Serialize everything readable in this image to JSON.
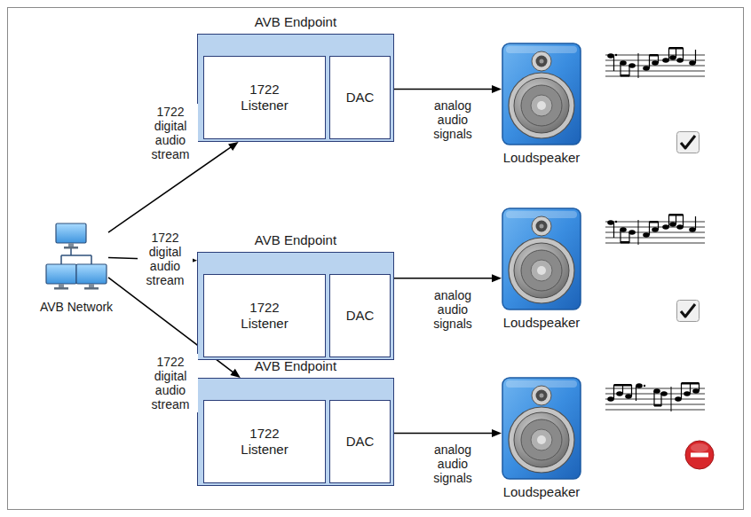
{
  "diagram": {
    "nodes": [
      {
        "text": [
          "AVB Network"
        ]
      },
      {
        "text": [
          "AVB Endpoint"
        ]
      },
      {
        "text": [
          "1722 Listener"
        ],
        "in": 1
      },
      {
        "text": [
          "DAC"
        ],
        "in": 1
      },
      {
        "text": [
          "Loudspeaker"
        ]
      },
      {
        "text": [
          "AVB Endpoint"
        ]
      },
      {
        "text": [
          "1722 Listener"
        ],
        "in": 5
      },
      {
        "text": [
          "DAC"
        ],
        "in": 5
      },
      {
        "text": [
          "Loudspeaker"
        ]
      },
      {
        "text": [
          "AVB Endpoint"
        ]
      },
      {
        "text": [
          "1722 Listener"
        ],
        "in": 9
      },
      {
        "text": [
          "DAC"
        ],
        "in": 9
      },
      {
        "text": [
          "Loudspeaker"
        ]
      }
    ],
    "edges": [
      {
        "from": 0,
        "to": 1,
        "arrow": "to",
        "label": "1722 digital audio stream"
      },
      {
        "from": 0,
        "to": 5,
        "arrow": "to",
        "label": "1722 digital audio stream"
      },
      {
        "from": 0,
        "to": 9,
        "arrow": "to",
        "label": "1722 digital audio stream"
      },
      {
        "from": 3,
        "to": 4,
        "arrow": "to",
        "label": "analog audio signals"
      },
      {
        "from": 7,
        "to": 8,
        "arrow": "to",
        "label": "analog audio signals"
      },
      {
        "from": 11,
        "to": 12,
        "arrow": "to",
        "label": "analog audio signals"
      }
    ]
  }
}
